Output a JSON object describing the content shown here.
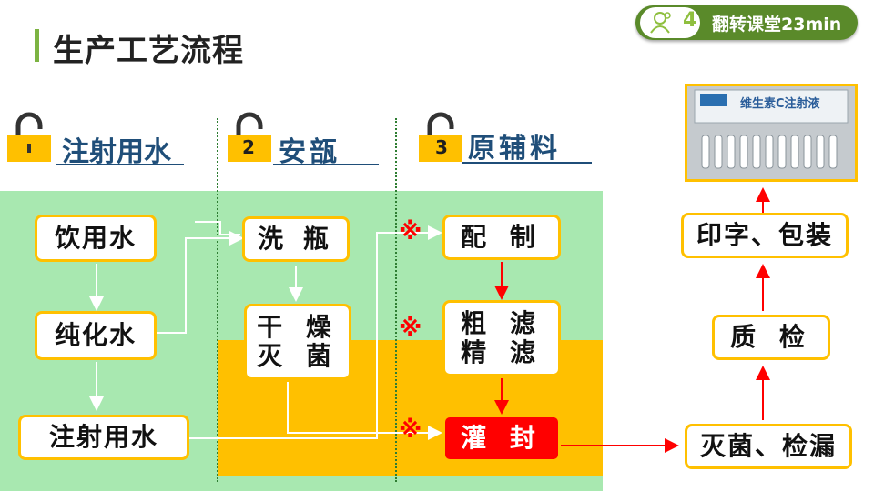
{
  "title": "生产工艺流程",
  "badge": {
    "number": "4",
    "text": "翻转课堂23min"
  },
  "sections": [
    {
      "number": "",
      "label": "注射用水"
    },
    {
      "number": "2",
      "label": "安瓿"
    },
    {
      "number": "3",
      "label": "原辅料"
    }
  ],
  "boxes": {
    "drinking_water": "饮用水",
    "purified_water": "纯化水",
    "injection_water": "注射用水",
    "wash_bottle": "洗 瓶",
    "dry_sterilize": "干 燥\n灭 菌",
    "prepare": "配 制",
    "filter": "粗 滤\n精 滤",
    "fill_seal": "灌 封",
    "sterilize_leak": "灭菌、检漏",
    "quality_check": "质 检",
    "print_pack": "印字、包装"
  },
  "marks": {
    "x": "※"
  },
  "photo": {
    "label": "维生素C注射液"
  },
  "colors": {
    "green_zone": "#a8e8b0",
    "orange_zone": "#ffc000",
    "box_border": "#ffc000",
    "fill_seal": "#ff0000",
    "section_text": "#1f4e79",
    "arrow_red": "#ff0000"
  }
}
